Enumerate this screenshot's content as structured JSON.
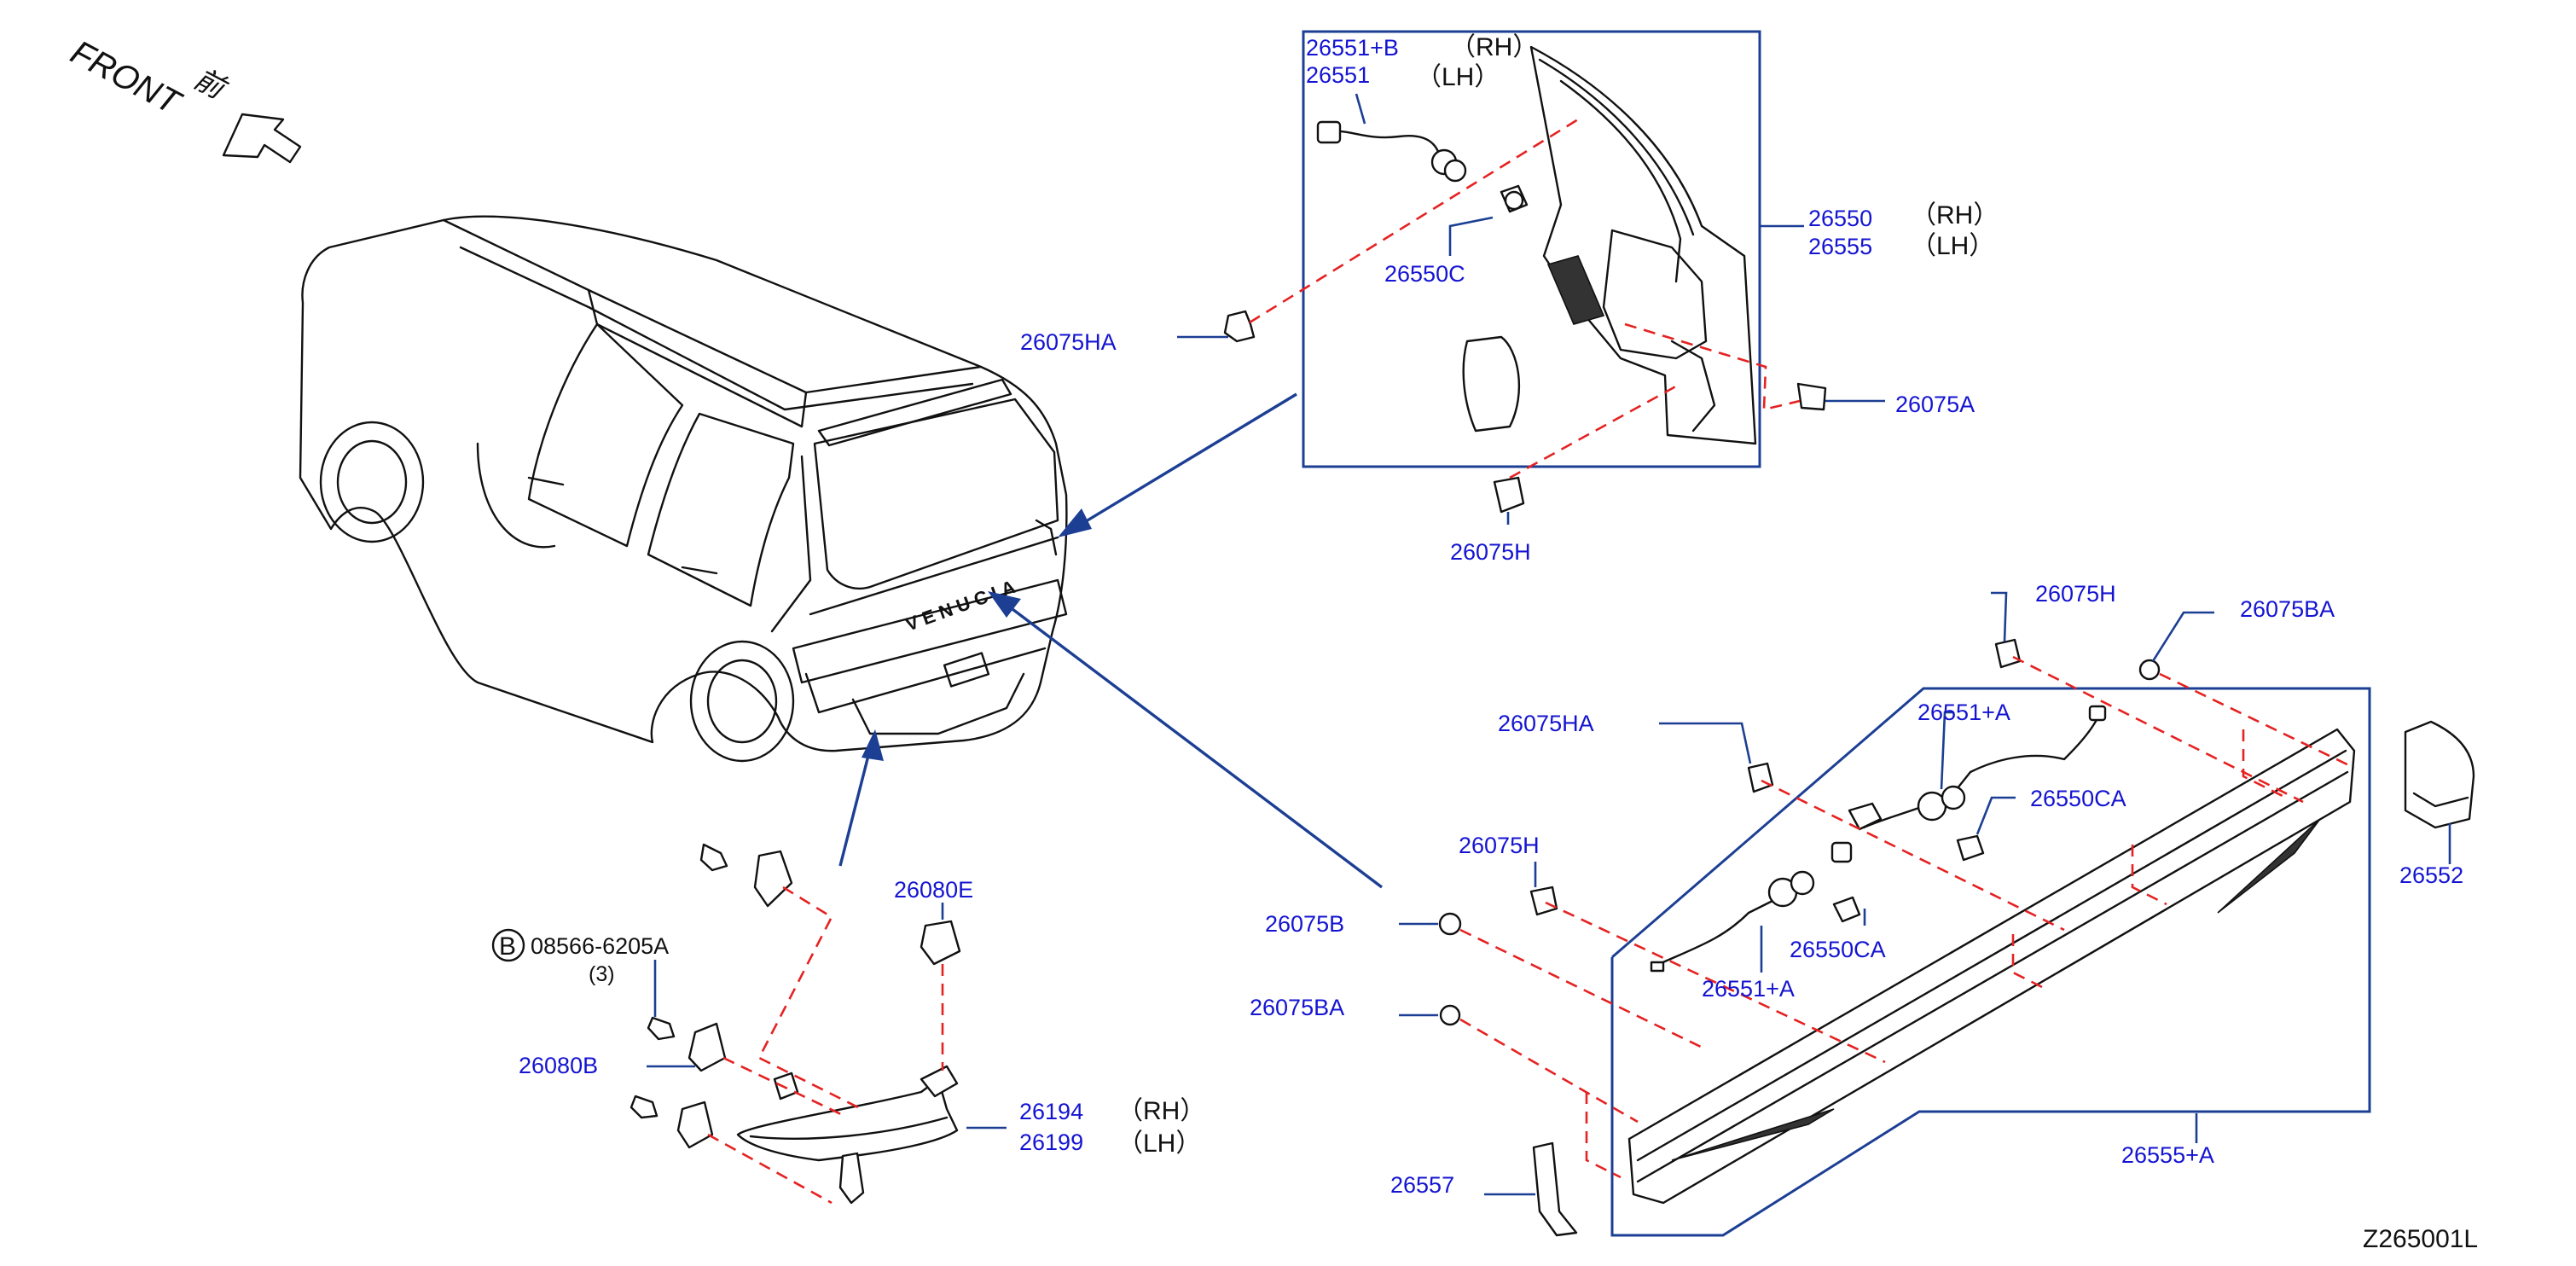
{
  "diagram": {
    "front_label": "FRONT",
    "front_cjk": "前",
    "drawing_code": "Z265001L",
    "colors": {
      "part_number": "#1414d2",
      "leader": "#1c3f94",
      "dashed": "#e52222",
      "line_art": "#111111"
    },
    "callouts": {
      "p26551b": "26551+B",
      "p26551": "26551",
      "rh1": "（RH）",
      "lh1": "（LH）",
      "p26550c": "26550C",
      "p26550": "26550",
      "p26555": "26555",
      "rh2": "（RH）",
      "lh2": "（LH）",
      "p26075ha_top": "26075HA",
      "p26075a": "26075A",
      "p26075h_top": "26075H",
      "p26075h_mid": "26075H",
      "p26075ba_top": "26075BA",
      "p26075ha_mid": "26075HA",
      "p26551a_top": "26551+A",
      "p26550ca_top": "26550CA",
      "p26552": "26552",
      "p26075h_low": "26075H",
      "p26075b": "26075B",
      "p26550ca_low": "26550CA",
      "p26551a_low": "26551+A",
      "p26075ba_low": "26075BA",
      "p26555a": "26555+A",
      "p26557": "26557",
      "p26080e": "26080E",
      "bolt_badge": "B",
      "p08566": "08566-6205A",
      "qty": "(3)",
      "p26080b": "26080B",
      "p26194": "26194",
      "p26199": "26199",
      "rh3": "（RH）",
      "lh3": "（LH）",
      "car_badge": "VENUCIA"
    }
  }
}
